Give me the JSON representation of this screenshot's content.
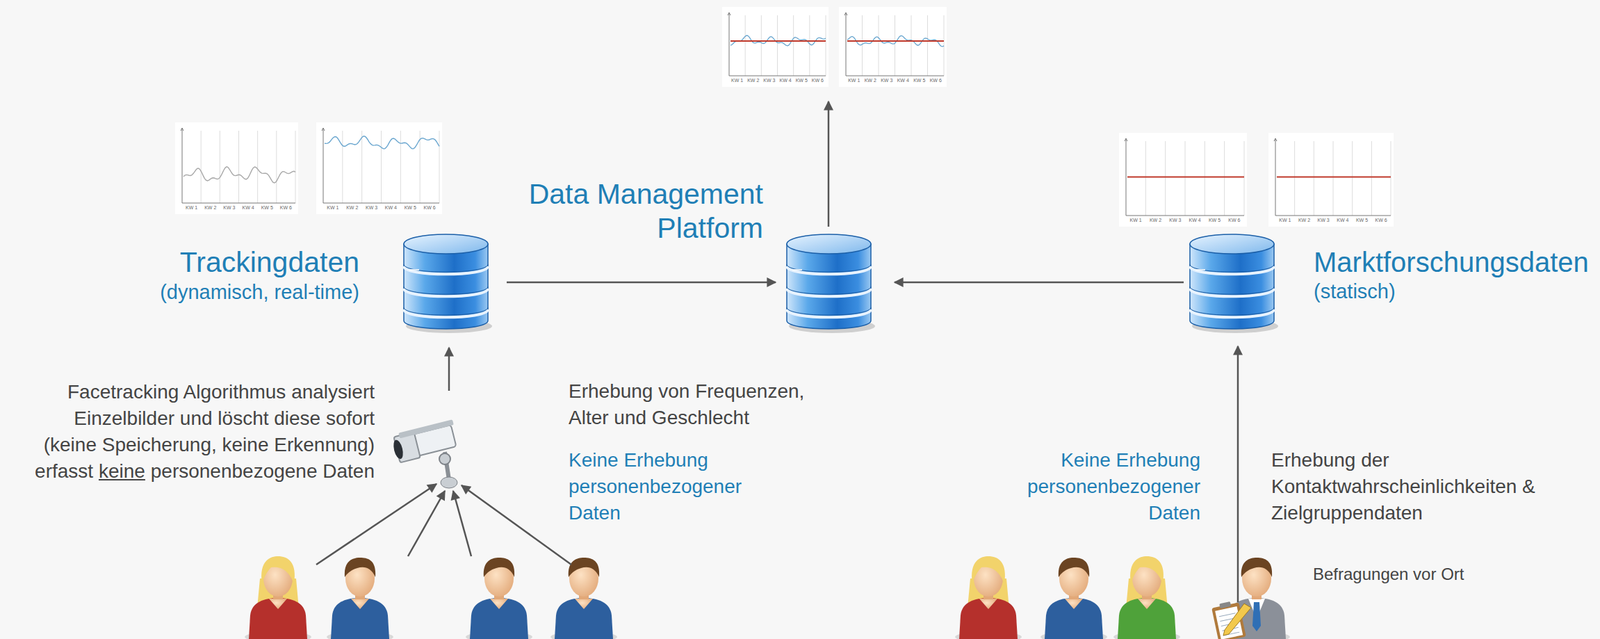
{
  "diagram": {
    "nodes": [
      {
        "text": [
          "Trackingdaten",
          "(dynamisch, real-time)"
        ]
      },
      {
        "text": [
          "Data Management Platform"
        ]
      },
      {
        "text": [
          "Marktforschungsdaten",
          "(statisch)"
        ]
      }
    ],
    "edges": [
      {
        "from": 0,
        "to": 1,
        "arrow": "to"
      },
      {
        "from": 2,
        "to": 1,
        "arrow": "to"
      }
    ],
    "labels": [
      "KW 1",
      "KW 2",
      "KW 3",
      "KW 4",
      "KW 5",
      "KW 6",
      "KW 1",
      "KW 2",
      "KW 3",
      "KW 4",
      "KW 5",
      "KW 6",
      "KW 1",
      "KW 2",
      "KW 3",
      "KW 4",
      "KW 5",
      "KW 6",
      "KW 1",
      "KW 2",
      "KW 3",
      "KW 4",
      "KW 5",
      "KW 6",
      "KW 1",
      "KW 2",
      "KW 3",
      "KW 4",
      "KW 5",
      "KW 6",
      "KW 1",
      "KW 2",
      "KW 3",
      "KW 4",
      "KW 5",
      "KW 6",
      "Facetracking Algorithmus analysiert",
      "Einzelbilder und löscht diese sofort",
      "(keine Speicherung, keine Erkennung)",
      "erfasst",
      "keine",
      "personenbezogene Daten",
      "Erhebung von Frequenzen, Alter und Geschlecht",
      "Keine Erhebung personenbezogener Daten",
      "Keine Erhebung personenbezogener Daten",
      "Erhebung der Kontaktwahrscheinlichkeiten & Zielgruppendaten",
      "Befragungen vor Ort"
    ]
  }
}
